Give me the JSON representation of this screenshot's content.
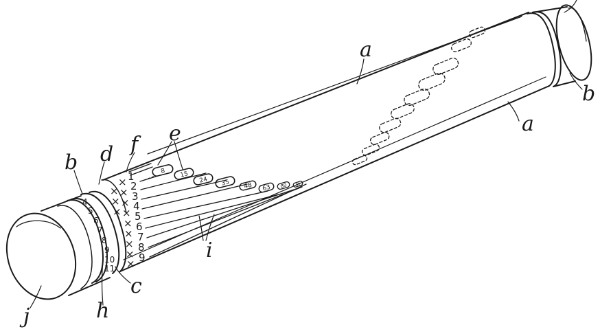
{
  "labels": {
    "a_top": "a",
    "a_side": "a",
    "b_left": "b",
    "b_right": "b",
    "c": "c",
    "d": "d",
    "e": "e",
    "f": "f",
    "h": "h",
    "i": "i",
    "j": "j"
  },
  "ring_numbers": [
    "4",
    "5",
    "6",
    "7",
    "8",
    "9",
    "10",
    "11"
  ],
  "body_numbers": [
    "1",
    "2",
    "3",
    "4",
    "5",
    "6",
    "7",
    "8",
    "9"
  ],
  "capsule_numbers": [
    "8",
    "15",
    "24",
    "35",
    "48",
    "63",
    "80",
    "99"
  ]
}
